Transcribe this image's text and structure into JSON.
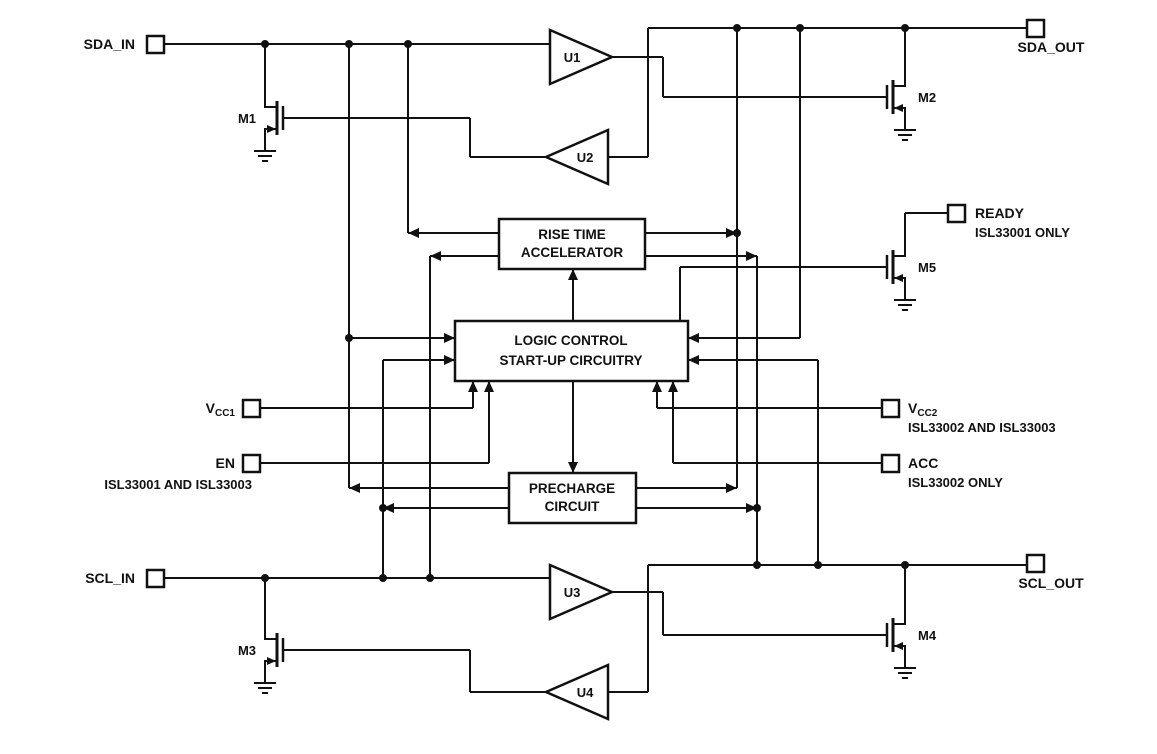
{
  "blocks": {
    "rise_time": {
      "line1": "RISE TIME",
      "line2": "ACCELERATOR"
    },
    "logic": {
      "line1": "LOGIC CONTROL",
      "line2": "START-UP CIRCUITRY"
    },
    "precharge": {
      "line1": "PRECHARGE",
      "line2": "CIRCUIT"
    }
  },
  "pins": {
    "sda_in": {
      "label": "SDA_IN"
    },
    "sda_out": {
      "label": "SDA_OUT"
    },
    "scl_in": {
      "label": "SCL_IN"
    },
    "scl_out": {
      "label": "SCL_OUT"
    },
    "ready": {
      "label": "READY",
      "note": "ISL33001 ONLY"
    },
    "vcc1": {
      "prefix": "V",
      "sub": "CC1"
    },
    "vcc2": {
      "prefix": "V",
      "sub": "CC2",
      "note": "ISL33002 AND ISL33003"
    },
    "en": {
      "label": "EN",
      "note": "ISL33001 AND ISL33003"
    },
    "acc": {
      "label": "ACC",
      "note": "ISL33002 ONLY"
    }
  },
  "transistors": {
    "m1": "M1",
    "m2": "M2",
    "m3": "M3",
    "m4": "M4",
    "m5": "M5"
  },
  "buffers": {
    "u1": "U1",
    "u2": "U2",
    "u3": "U3",
    "u4": "U4"
  },
  "colors": {
    "line": "#111111",
    "background": "#ffffff"
  }
}
